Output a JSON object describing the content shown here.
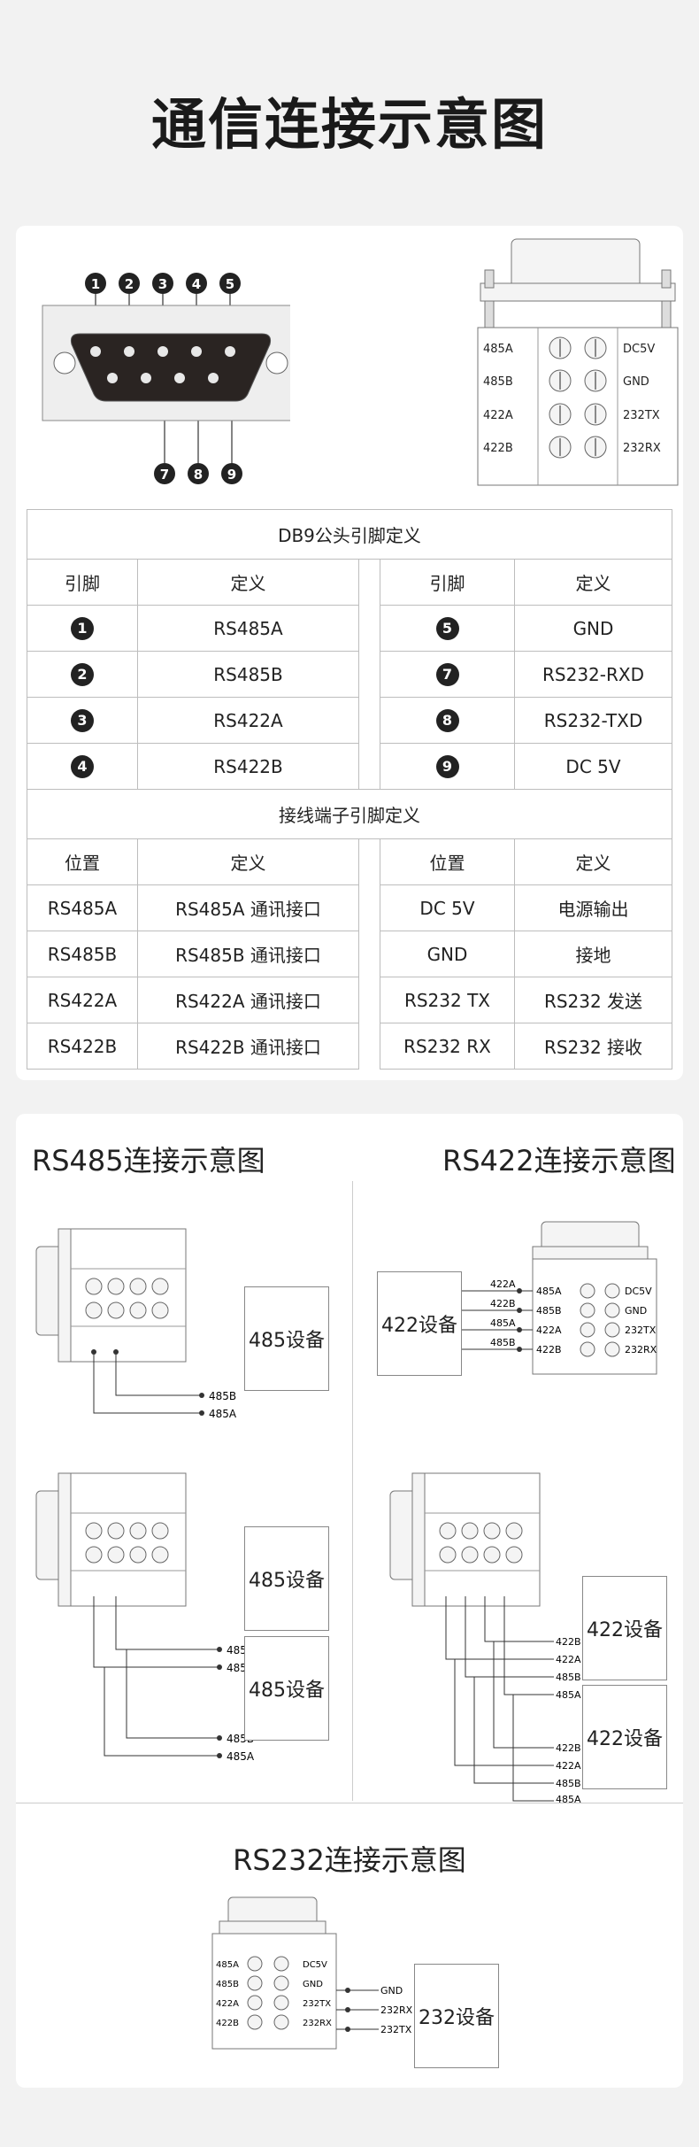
{
  "page_title": "通信连接示意图",
  "db9": {
    "top_pins": [
      "1",
      "2",
      "3",
      "4",
      "5"
    ],
    "bottom_pins": [
      "7",
      "8",
      "9"
    ]
  },
  "terminal": {
    "left_labels": [
      "485A",
      "485B",
      "422A",
      "422B"
    ],
    "right_labels": [
      "DC5V",
      "GND",
      "232TX",
      "232RX"
    ]
  },
  "table": {
    "db9_header": "DB9公头引脚定义",
    "col_pin": "引脚",
    "col_def": "定义",
    "db9_rows": [
      {
        "pin_l": "1",
        "def_l": "RS485A",
        "pin_r": "5",
        "def_r": "GND"
      },
      {
        "pin_l": "2",
        "def_l": "RS485B",
        "pin_r": "7",
        "def_r": "RS232-RXD"
      },
      {
        "pin_l": "3",
        "def_l": "RS422A",
        "pin_r": "8",
        "def_r": "RS232-TXD"
      },
      {
        "pin_l": "4",
        "def_l": "RS422B",
        "pin_r": "9",
        "def_r": "DC 5V"
      }
    ],
    "term_header": "接线端子引脚定义",
    "col_pos": "位置",
    "term_rows": [
      {
        "pos_l": "RS485A",
        "def_l": "RS485A 通讯接口",
        "pos_r": "DC 5V",
        "def_r": "电源输出"
      },
      {
        "pos_l": "RS485B",
        "def_l": "RS485B 通讯接口",
        "pos_r": "GND",
        "def_r": "接地"
      },
      {
        "pos_l": "RS422A",
        "def_l": "RS422A 通讯接口",
        "pos_r": "RS232 TX",
        "def_r": "RS232 发送"
      },
      {
        "pos_l": "RS422B",
        "def_l": "RS422B 通讯接口",
        "pos_r": "RS232 RX",
        "def_r": "RS232 接收"
      }
    ]
  },
  "rs485": {
    "title": "RS485连接示意图",
    "device": "485设备",
    "wire_b": "485B",
    "wire_a": "485A"
  },
  "rs422": {
    "title": "RS422连接示意图",
    "device": "422设备",
    "wires": [
      "422A",
      "422B",
      "485A",
      "485B"
    ],
    "wires2": [
      "422B",
      "422A",
      "485B",
      "485A"
    ]
  },
  "rs232": {
    "title": "RS232连接示意图",
    "device": "232设备",
    "wires": [
      "GND",
      "232RX",
      "232TX"
    ]
  }
}
